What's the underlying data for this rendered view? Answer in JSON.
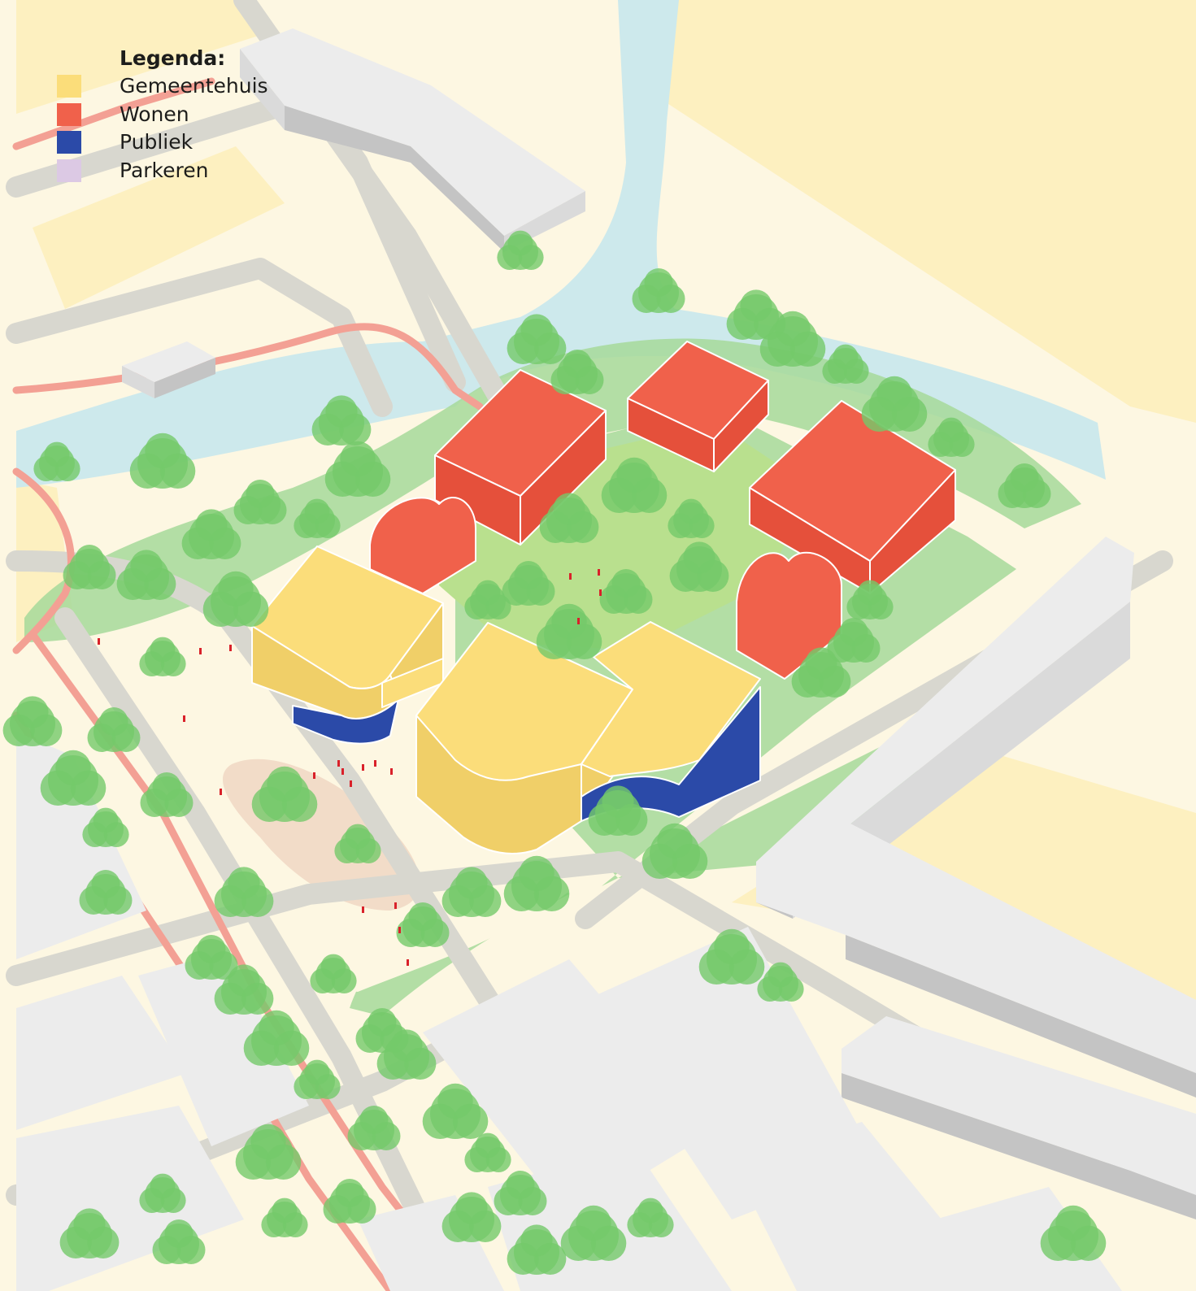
{
  "legend": {
    "title": "Legenda:",
    "items": [
      {
        "label": "Gemeentehuis",
        "color": "#fbdd7a"
      },
      {
        "label": "Wonen",
        "color": "#f0614b"
      },
      {
        "label": "Publiek",
        "color": "#2b4aa8"
      },
      {
        "label": "Parkeren",
        "color": "#dcc9e4"
      }
    ]
  },
  "palette": {
    "background": "#fdf7e2",
    "street": "#d8d7cf",
    "plot": "#fdf0c0",
    "water": "#cde9ec",
    "park": "#a6d99a",
    "lawn": "#b9e08e",
    "path": "#f3a094",
    "square": "#f2dcc8",
    "building_light": "#ececec",
    "building_mid": "#dadada",
    "building_dark": "#c4c4c4",
    "tree": "#74c96a",
    "gemeentehuis_top": "#fbdd7a",
    "gemeentehuis_side": "#f0cf68",
    "wonen_top": "#f0614b",
    "wonen_side": "#e5503b",
    "publiek": "#2b4aa8",
    "people": "#d9212a"
  }
}
